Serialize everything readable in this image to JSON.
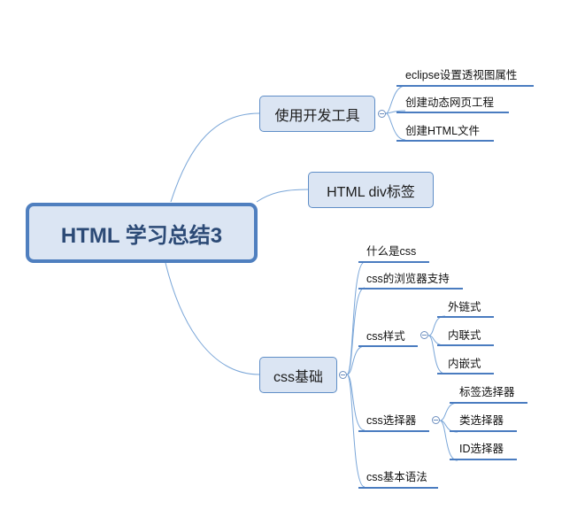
{
  "root": "HTML 学习总结3",
  "branches": {
    "tools": {
      "label": "使用开发工具",
      "children": [
        "eclipse设置透视图属性",
        "创建动态网页工程",
        "创建HTML文件"
      ]
    },
    "div": {
      "label": "HTML div标签"
    },
    "css": {
      "label": "css基础",
      "children": {
        "what": "什么是css",
        "browser": "css的浏览器支持",
        "styles": {
          "label": "css样式",
          "children": [
            "外链式",
            "内联式",
            "内嵌式"
          ]
        },
        "selectors": {
          "label": "css选择器",
          "children": [
            "标签选择器",
            "类选择器",
            "ID选择器"
          ]
        },
        "syntax": "css基本语法"
      }
    }
  },
  "colors": {
    "line": "#6a9bd1",
    "underline": "#4a7cc0",
    "node_fill": "#dbe5f3",
    "node_border": "#5f8ec7"
  }
}
